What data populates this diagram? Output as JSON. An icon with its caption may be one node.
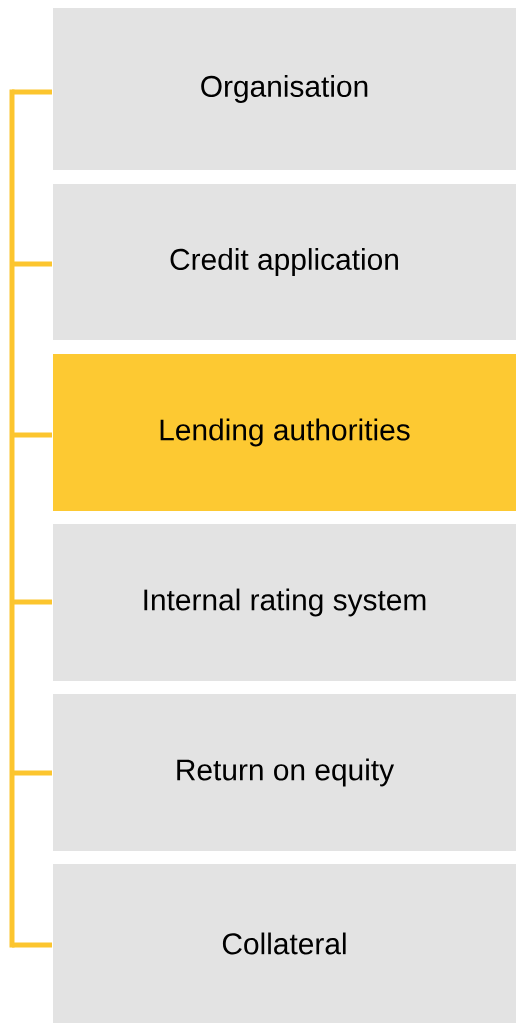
{
  "diagram": {
    "nodes": [
      {
        "text": [
          "Organisation"
        ]
      },
      {
        "text": [
          "Credit application"
        ]
      },
      {
        "text": [
          "Lending authorities"
        ]
      },
      {
        "text": [
          "Internal rating system"
        ]
      },
      {
        "text": [
          "Return on equity"
        ]
      },
      {
        "text": [
          "Collateral"
        ]
      }
    ]
  }
}
